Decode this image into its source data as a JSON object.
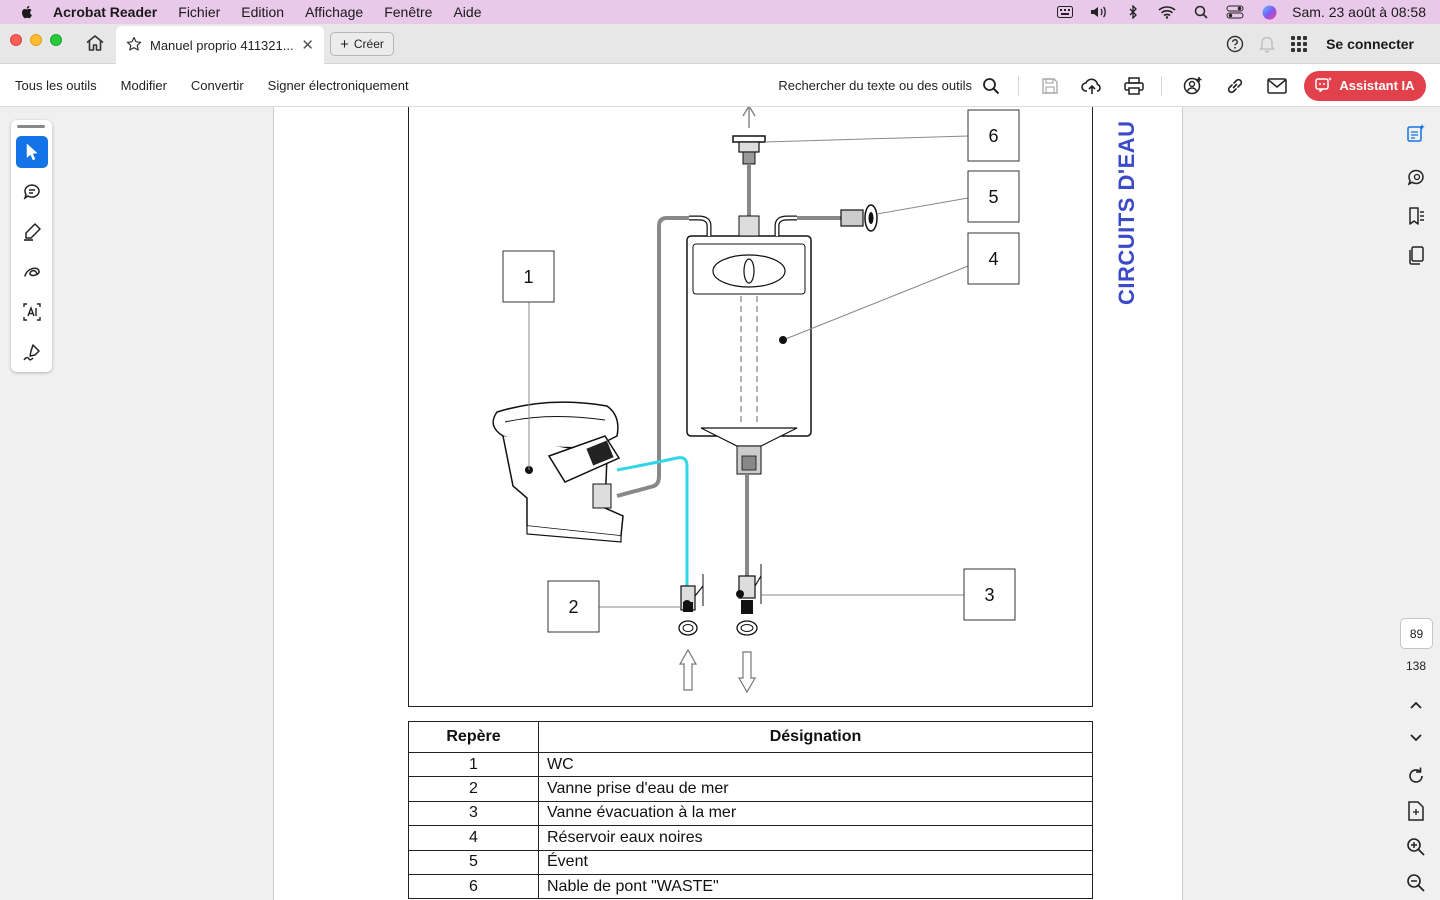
{
  "menubar": {
    "app_name": "Acrobat Reader",
    "items": [
      "Fichier",
      "Edition",
      "Affichage",
      "Fenêtre",
      "Aide"
    ],
    "clock": "Sam. 23 août à  08:58"
  },
  "tabbar": {
    "doc_tab_title": "Manuel proprio 411321...",
    "create_label": "Créer",
    "signin_label": "Se connecter"
  },
  "toolbar": {
    "menus": [
      "Tous les outils",
      "Modifier",
      "Convertir",
      "Signer électroniquement"
    ],
    "search_label": "Rechercher du texte ou des outils",
    "ai_label": "Assistant IA"
  },
  "page": {
    "side_title": "CIRCUITS D'EAU",
    "callouts": [
      "1",
      "2",
      "3",
      "4",
      "5",
      "6"
    ],
    "table": {
      "headers": [
        "Repère",
        "Désignation"
      ],
      "rows": [
        {
          "num": "1",
          "des": "WC"
        },
        {
          "num": "2",
          "des": "Vanne prise d'eau de mer"
        },
        {
          "num": "3",
          "des": "Vanne évacuation à la mer"
        },
        {
          "num": "4",
          "des": "Réservoir eaux noires"
        },
        {
          "num": "5",
          "des": "Évent"
        },
        {
          "num": "6",
          "des": "Nable de pont \"WASTE\""
        }
      ]
    }
  },
  "pager": {
    "current": "89",
    "total": "138"
  },
  "colors": {
    "menubar_bg": "#e9c9e9",
    "accent_blue": "#1473e6",
    "ai_red": "#e2404b",
    "title_blue": "#3b4bc8",
    "water_line": "#33d6e6"
  }
}
